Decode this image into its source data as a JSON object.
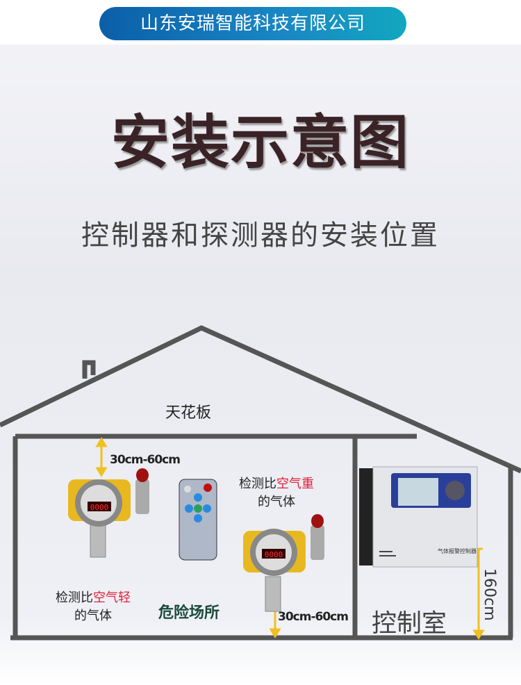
{
  "banner": {
    "company": "山东安瑞智能科技有限公司"
  },
  "title": "安装示意图",
  "subtitle": "控制器和探测器的安装位置",
  "diagram": {
    "ceiling_label": "天花板",
    "top_clearance": "30cm-60cm",
    "bottom_clearance": "30cm-60cm",
    "heavy_gas": {
      "prefix": "检测比",
      "highlight": "空气重",
      "suffix": "的气体"
    },
    "light_gas": {
      "prefix": "检测比",
      "highlight": "空气轻",
      "suffix": "的气体"
    },
    "hazard_area": "危险场所",
    "control_room": "控制室",
    "controller_height": "160cm",
    "controller_name": "气体报警控制器",
    "detector_display": "0000"
  },
  "colors": {
    "banner": "#1a87c4",
    "highlight": "#e0203a",
    "wall": "#555555",
    "arrow": "#f0c020"
  }
}
